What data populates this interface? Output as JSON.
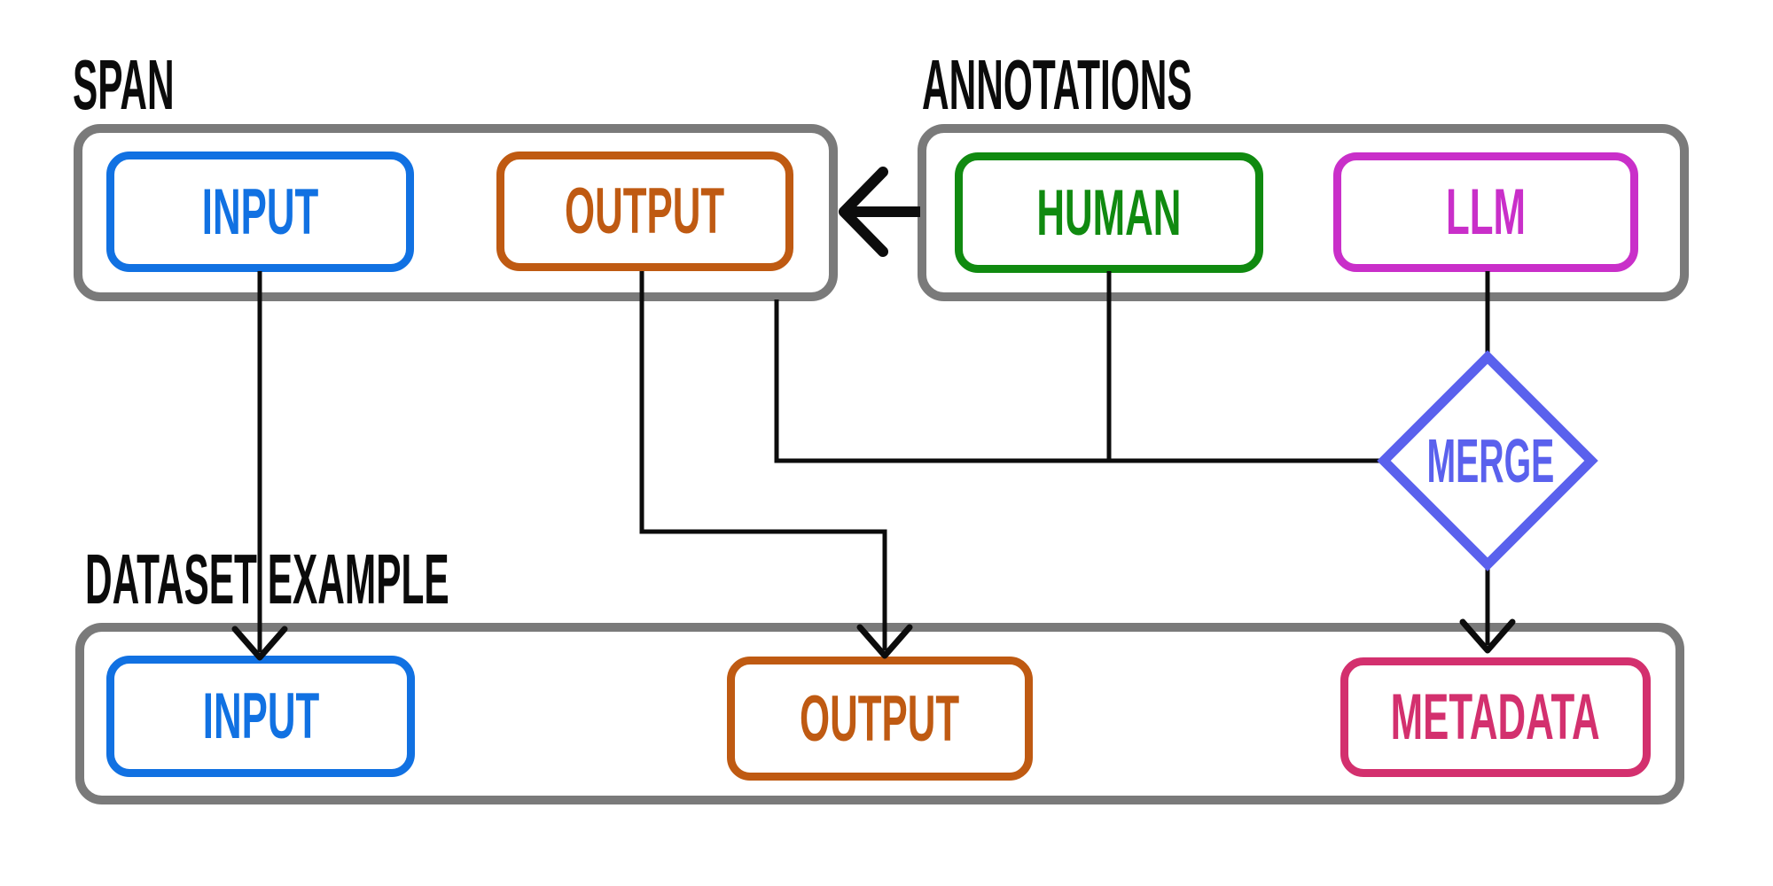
{
  "groups": {
    "span": {
      "title": "SPAN",
      "boxes": {
        "input": "INPUT",
        "output": "OUTPUT"
      }
    },
    "annotations": {
      "title": "ANNOTATIONS",
      "boxes": {
        "human": "HUMAN",
        "llm": "LLM"
      }
    },
    "dataset_example": {
      "title": "DATASET EXAMPLE",
      "boxes": {
        "input": "INPUT",
        "output": "OUTPUT",
        "metadata": "METADATA"
      }
    }
  },
  "merge": {
    "label": "MERGE"
  },
  "edges": [
    {
      "from": "annotations-container",
      "to": "span-output",
      "arrow": true
    },
    {
      "from": "span-input",
      "to": "dataset-example-input",
      "arrow": true
    },
    {
      "from": "span-output",
      "to": "dataset-example-output",
      "arrow": true
    },
    {
      "from": "span-container",
      "to": "merge",
      "arrow": false
    },
    {
      "from": "human",
      "to": "merge",
      "arrow": false
    },
    {
      "from": "llm",
      "to": "merge",
      "arrow": false
    },
    {
      "from": "merge",
      "to": "dataset-example-metadata",
      "arrow": true
    }
  ],
  "colors": {
    "input": "#1171e2",
    "output": "#bf5a12",
    "human": "#108a10",
    "llm": "#c92fc9",
    "metadata": "#d3306e",
    "merge": "#5a61ed",
    "container_border": "#7a7a7a",
    "edge": "#0c0c0c",
    "title_text": "#0b0b0b"
  }
}
